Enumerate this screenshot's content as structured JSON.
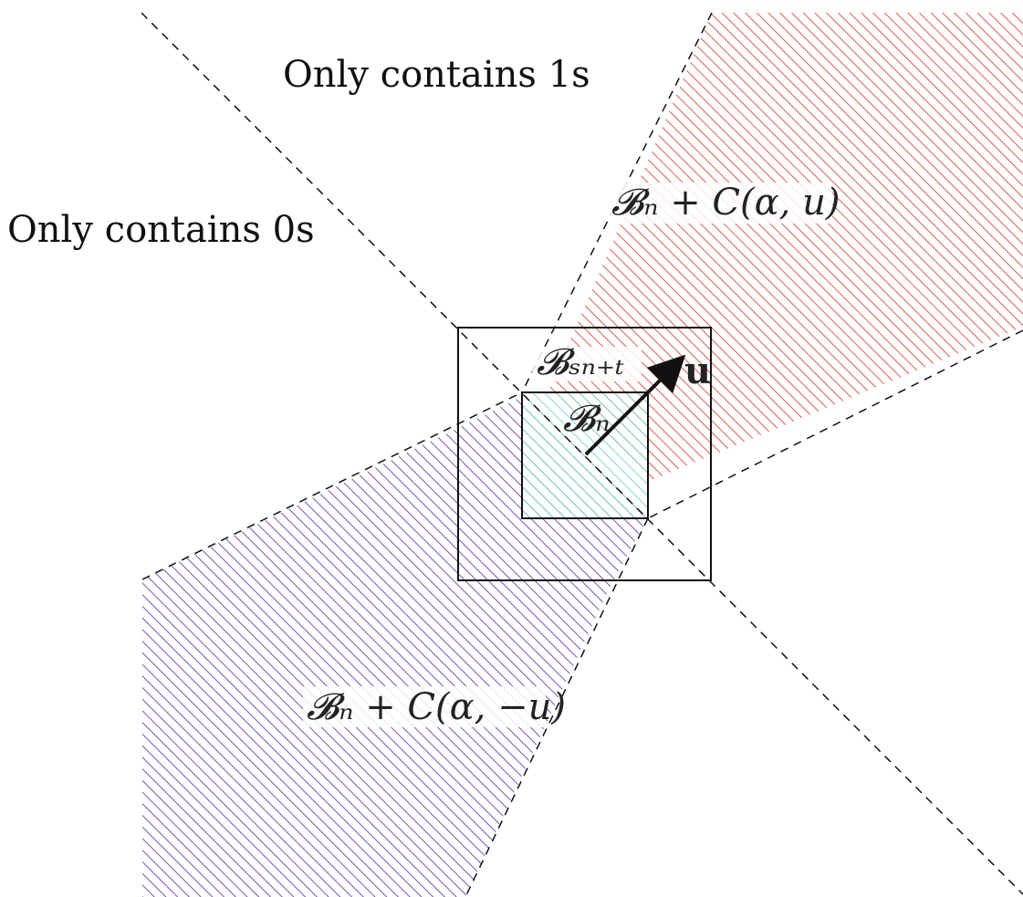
{
  "labels": {
    "only_ones": "Only contains 1s",
    "only_zeros": "Only contains 0s",
    "cone_upper": "𝓑ₙ + C(α, u)",
    "cone_lower": "𝓑ₙ + C(α, −u)",
    "outer_box": "𝓑ₛₙ₊ₜ",
    "inner_box": "𝓑ₙ",
    "vector": "u"
  },
  "colors": {
    "upper_cone": "#e05a4f",
    "lower_cone": "#7a52b3",
    "inner_box": "#7fd9cf",
    "lines": "#111111"
  }
}
